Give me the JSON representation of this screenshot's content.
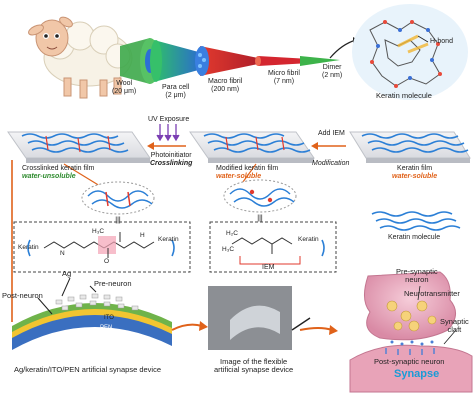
{
  "hierarchy": {
    "wool": [
      "Wool",
      "(20 μm)"
    ],
    "para_cell": [
      "Para cell",
      "(2 μm)"
    ],
    "macro_fibril": [
      "Macro fibril",
      "(200 nm)"
    ],
    "micro_fibril": [
      "Micro fibril",
      "(7 nm)"
    ],
    "dimer": [
      "Dimer",
      "(2 nm)"
    ],
    "h_bond": "H-bond",
    "keratin_molecule": "Keratin molecule"
  },
  "films": {
    "crosslinked_title": "Crosslinked keratin film",
    "crosslinked_sub": "water-unsoluble",
    "modified_title": "Modified keratin film",
    "modified_sub": "water-soluble",
    "keratin_title": "Keratin film",
    "keratin_sub": "water-soluble",
    "keratin_molecule": "Keratin molecule"
  },
  "steps": {
    "uv": "UV Exposure",
    "photoinitiator": "Photoinitiator",
    "crosslinking": "Crosslinking",
    "add_iem": "Add IEM",
    "modification": "Modification",
    "iem": "IEM"
  },
  "chem": {
    "keratin_left": "Keratin",
    "keratin_right": "Keratin",
    "keratin_mod": "Keratin",
    "h3c_a": "H₃C",
    "h3c_b": "H₃C",
    "h2c": "H₂C",
    "o": "O",
    "n": "N",
    "h": "H"
  },
  "device": {
    "ag": "Ag",
    "pre_neuron": "Pre-neuron",
    "post_neuron": "Post-neuron",
    "ito": "ITO",
    "pen": "PEN",
    "caption": "Ag/keratin/ITO/PEN artificial synapse device"
  },
  "image_caption": [
    "Image of the flexible",
    "artificial synapse device"
  ],
  "synapse": {
    "pre_synaptic": [
      "Pre-synaptic",
      "neuron"
    ],
    "neurotransmitter": "Neurotransmitter",
    "cleft": [
      "Synaptic",
      "claft"
    ],
    "post_synaptic": "Post-synaptic neuron",
    "title": "Synapse"
  },
  "colors": {
    "wool_green": "#3da84a",
    "para_blue": "#2c6fd6",
    "macro_red": "#e23a2e",
    "fibril_red": "#c8212b",
    "accent_orange": "#e0621a",
    "fiber_blue": "#2b7fd6",
    "synapse_pink": "#e8a3b8",
    "synapse_title": "#1a9bd6",
    "ito_yellow": "#f2c531",
    "pen_blue": "#3a6fc0",
    "keratin_green": "#6fb34a"
  }
}
